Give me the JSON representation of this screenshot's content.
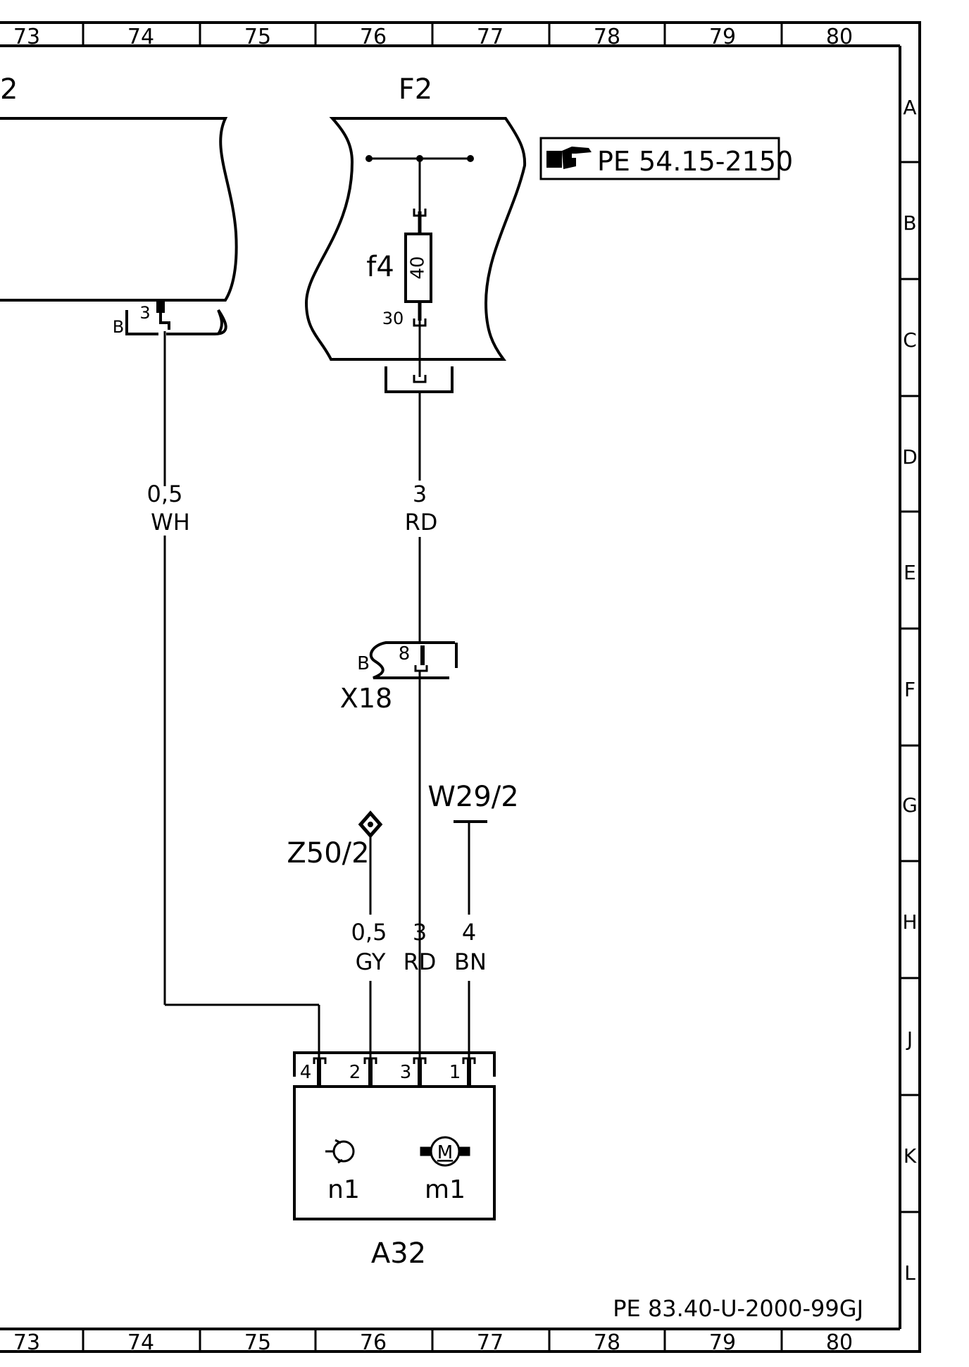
{
  "frame": {
    "columns_top": [
      "73",
      "74",
      "75",
      "76",
      "77",
      "78",
      "79",
      "80"
    ],
    "columns_bottom": [
      "73",
      "74",
      "75",
      "76",
      "77",
      "78",
      "79",
      "80"
    ],
    "rows": [
      "A",
      "B",
      "C",
      "D",
      "E",
      "F",
      "G",
      "H",
      "J",
      "K",
      "L"
    ]
  },
  "left_component": {
    "partial_label": "2",
    "connector_pin": "3",
    "connector_letter": "B"
  },
  "fuse_box": {
    "label": "F2",
    "fuse_label": "f4",
    "fuse_rating": "40",
    "terminal_label": "30"
  },
  "reference_box": {
    "text": "PE 54.15-2150",
    "icon": "pointing-hand-icon"
  },
  "wires": {
    "left_wire": {
      "gauge": "0,5",
      "color": "WH"
    },
    "fuse_to_x18": {
      "gauge": "3",
      "color": "RD"
    },
    "z50_wire": {
      "gauge": "0,5",
      "color": "GY"
    },
    "x18_to_a32": {
      "gauge": "3",
      "color": "RD"
    },
    "w29_wire": {
      "gauge": "4",
      "color": "BN"
    }
  },
  "x18": {
    "label": "X18",
    "pin": "8",
    "letter": "B"
  },
  "z50": {
    "label": "Z50/2",
    "icon": "diamond-splice-icon"
  },
  "w29": {
    "label": "W29/2",
    "icon": "ground-bar-icon"
  },
  "a32": {
    "label": "A32",
    "pins": [
      "4",
      "2",
      "3",
      "1"
    ],
    "sensor_label": "n1",
    "motor_label": "m1",
    "motor_symbol": "M"
  },
  "footer": {
    "doc_ref": "PE 83.40-U-2000-99GJ"
  }
}
